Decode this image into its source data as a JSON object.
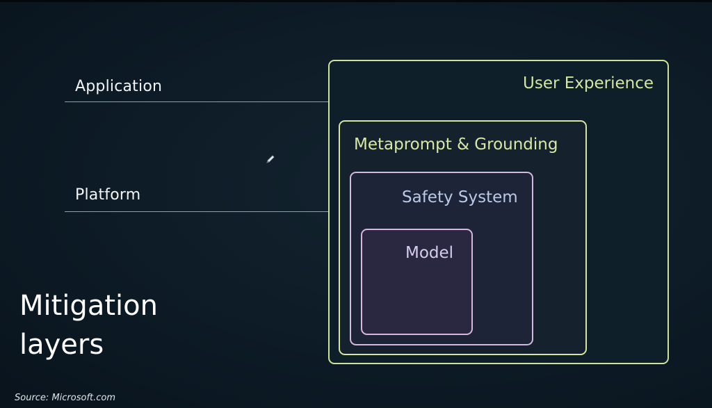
{
  "labels": {
    "application": "Application",
    "platform": "Platform"
  },
  "layers": {
    "user_experience": "User Experience",
    "metaprompt_grounding": "Metaprompt & Grounding",
    "safety_system": "Safety System",
    "model": "Model"
  },
  "title": {
    "line1": "Mitigation",
    "line2": "layers"
  },
  "source": "Source: Microsoft.com",
  "colors": {
    "background": "#0d1b26",
    "ux_border": "#cfe29a",
    "meta_border": "#d6e6a0",
    "safety_border": "#d3b8df",
    "model_border": "#d9b5e0",
    "label_text": "#f2f4f6"
  },
  "icons": {
    "cursor": "pen-icon"
  }
}
